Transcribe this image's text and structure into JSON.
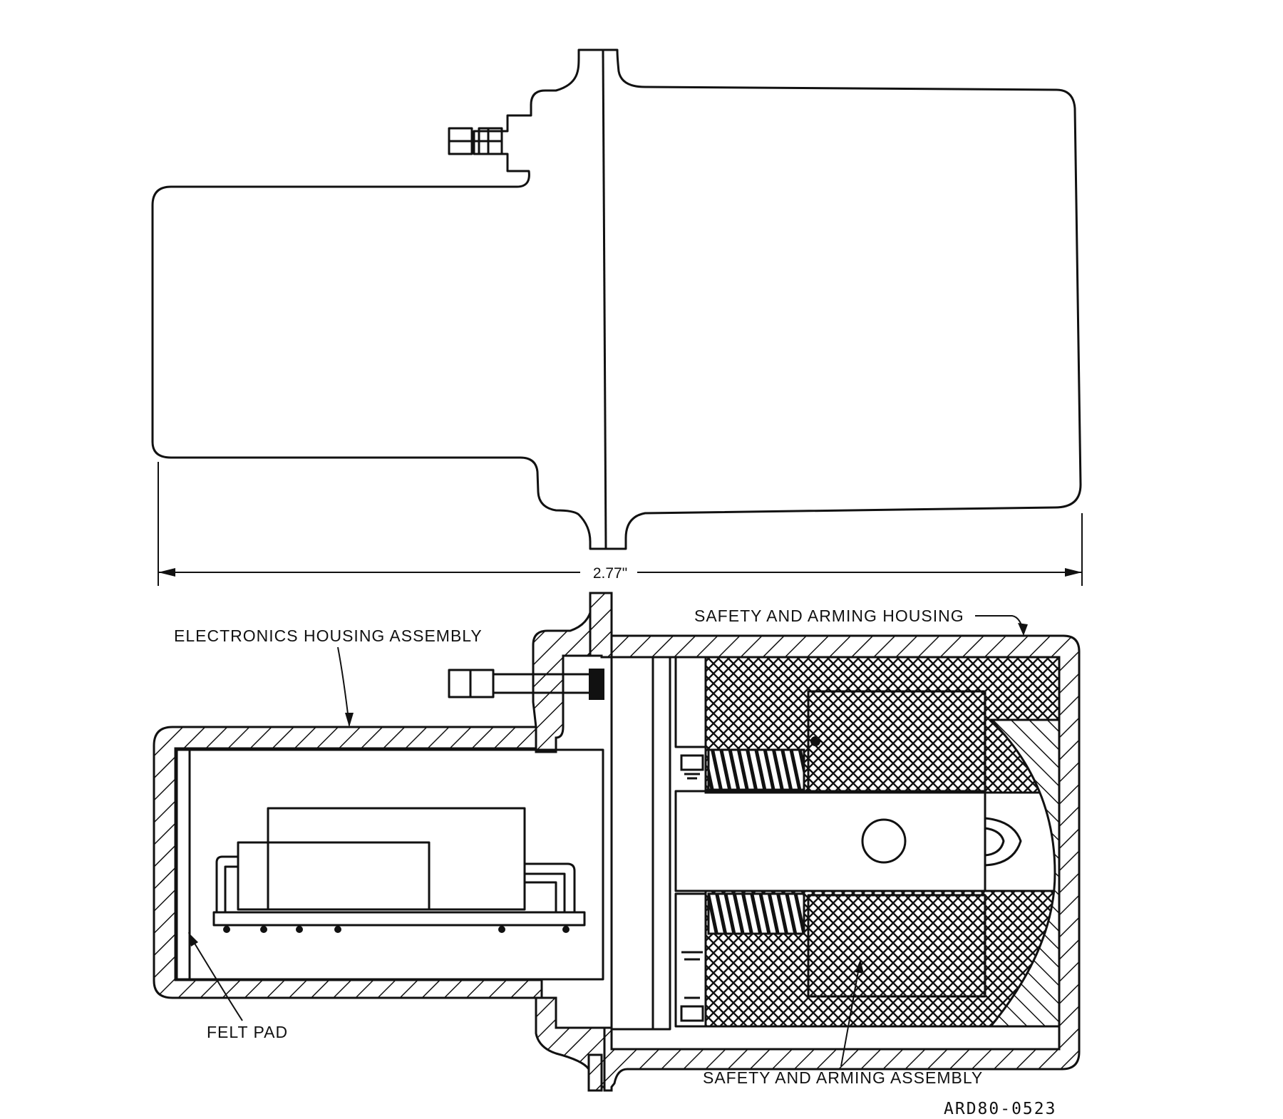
{
  "dimension": {
    "overall_length": "2.77\""
  },
  "labels": {
    "electronics_housing": "ELECTRONICS HOUSING ASSEMBLY",
    "safety_arming_housing": "SAFETY AND ARMING HOUSING",
    "felt_pad": "FELT PAD",
    "safety_arming_assembly": "SAFETY AND ARMING ASSEMBLY"
  },
  "figure_code": "ARD80-0523"
}
